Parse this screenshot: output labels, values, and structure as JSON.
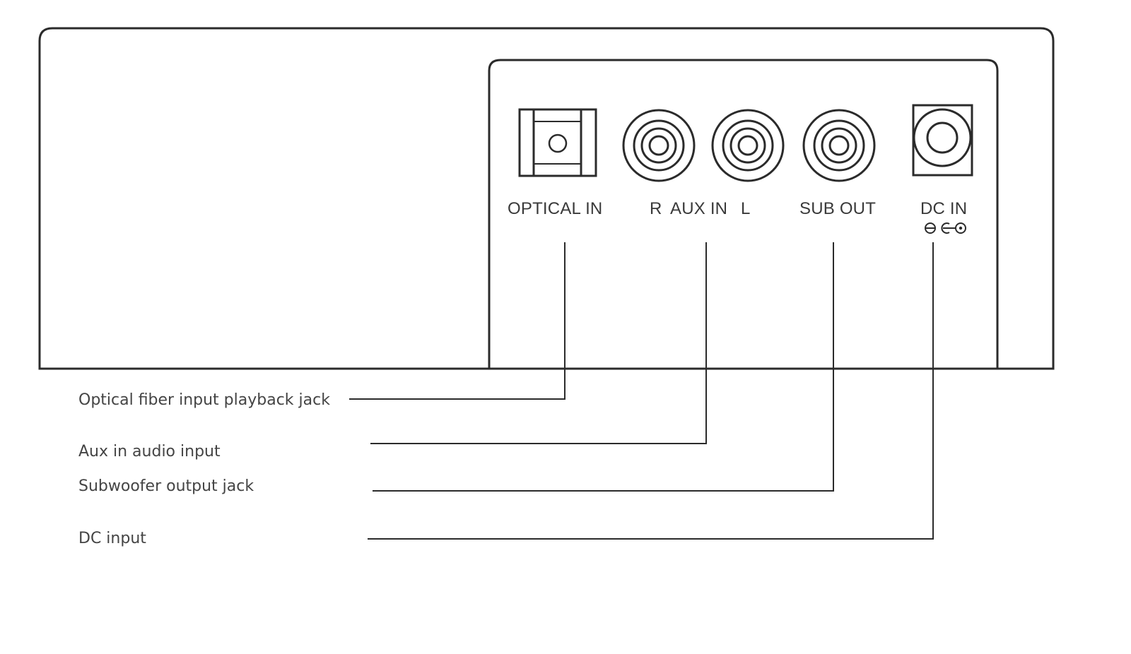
{
  "panel_labels": {
    "optical_in": "OPTICAL IN",
    "aux_in_r": "R",
    "aux_in": "AUX IN",
    "aux_in_l": "L",
    "sub_out": "SUB OUT",
    "dc_in": "DC IN"
  },
  "callouts": {
    "optical": "Optical fiber input playback jack",
    "aux": "Aux in audio input",
    "sub": "Subwoofer output jack",
    "dc": "DC input"
  }
}
